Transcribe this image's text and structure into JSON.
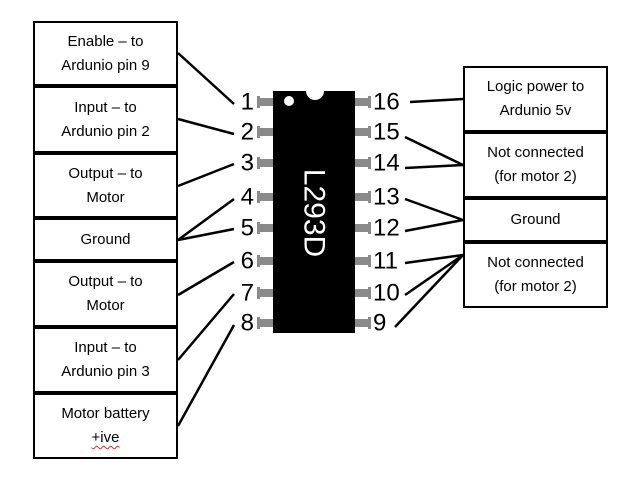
{
  "chip": {
    "label": "L293D",
    "body_color": "#000000",
    "pin_color": "#8a8a8a",
    "pins_left": [
      "1",
      "2",
      "3",
      "4",
      "5",
      "6",
      "7",
      "8"
    ],
    "pins_right": [
      "16",
      "15",
      "14",
      "13",
      "12",
      "11",
      "10",
      "9"
    ]
  },
  "left_boxes": [
    {
      "lines": [
        "Enable – to",
        "Ardunio pin 9"
      ]
    },
    {
      "lines": [
        "Input – to",
        "Ardunio pin 2"
      ]
    },
    {
      "lines": [
        "Output – to",
        "Motor"
      ]
    },
    {
      "lines": [
        "Ground"
      ]
    },
    {
      "lines": [
        "Output – to",
        "Motor"
      ]
    },
    {
      "lines": [
        "Input – to",
        "Ardunio pin 3"
      ]
    },
    {
      "lines": [
        "Motor battery",
        "+ive"
      ]
    }
  ],
  "right_boxes": [
    {
      "lines": [
        "Logic power to",
        "Ardunio 5v"
      ]
    },
    {
      "lines": [
        "Not connected",
        "(for motor 2)"
      ]
    },
    {
      "lines": [
        "Ground"
      ]
    },
    {
      "lines": [
        "Not connected",
        "(for motor 2)"
      ]
    }
  ]
}
